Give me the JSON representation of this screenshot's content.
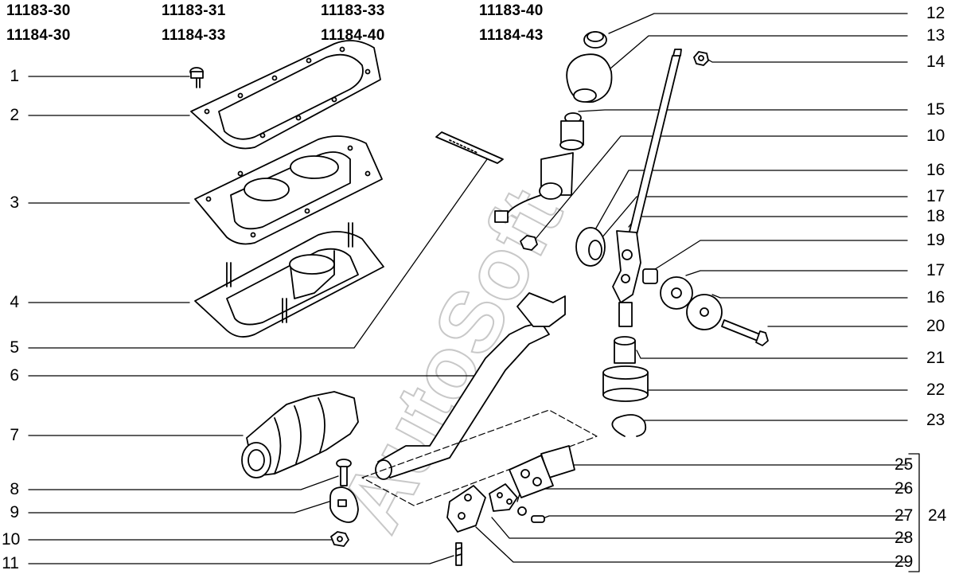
{
  "models": {
    "row1": [
      "11183-30",
      "11183-31",
      "11183-33",
      "11183-40"
    ],
    "row2": [
      "11184-30",
      "11184-33",
      "11184-40",
      "11184-43"
    ]
  },
  "callouts_left": [
    "1",
    "2",
    "3",
    "4",
    "5",
    "6",
    "7",
    "8",
    "9",
    "10",
    "11"
  ],
  "callouts_right": [
    "12",
    "13",
    "14",
    "15",
    "10",
    "16",
    "17",
    "18",
    "19",
    "17",
    "16",
    "20",
    "21",
    "22",
    "23",
    "25",
    "26",
    "27",
    "28",
    "29"
  ],
  "group_label": "24",
  "watermark": "AutoSoft"
}
